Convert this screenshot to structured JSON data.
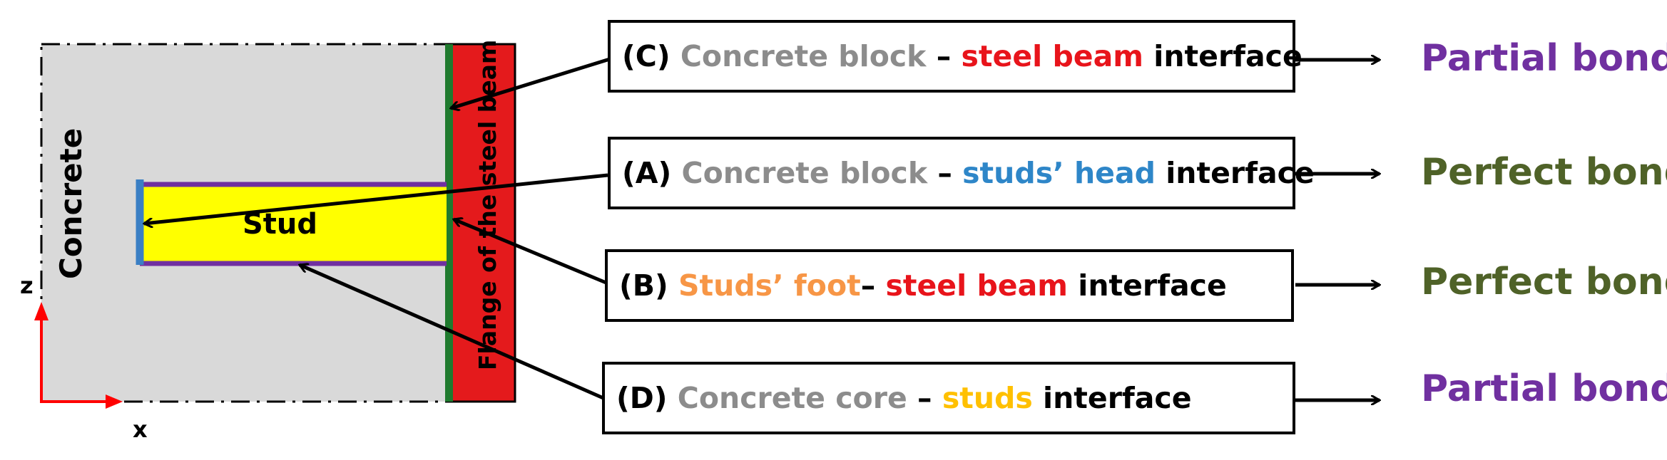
{
  "labels": {
    "concrete": "Concrete",
    "stud": "Stud",
    "flange": "Flange of the steel beam",
    "axis_z": "z",
    "axis_x": "x"
  },
  "colors": {
    "concrete_fill": "#d9d9d9",
    "stud_fill": "#ffff00",
    "flange_fill": "#e41a1c",
    "flange_edge": "#1f7a2e",
    "stud_outline": "#7030a0",
    "stud_head": "#3a7fc4",
    "axis": "#ff0000",
    "gray_text": "#8c8c8c",
    "red_text": "#e8141b",
    "blue_text": "#2e86c8",
    "orange_text": "#f79646",
    "yellow_text": "#ffc000",
    "partial": "#7030a0",
    "perfect": "#4f6228"
  },
  "interfaces": [
    {
      "id": "C",
      "parts": [
        {
          "text": "(C) ",
          "color": "#000000"
        },
        {
          "text": "Concrete block",
          "color": "#8c8c8c"
        },
        {
          "text": " – ",
          "color": "#000000"
        },
        {
          "text": "steel beam",
          "color": "#e8141b"
        },
        {
          "text": " interface",
          "color": "#000000"
        }
      ],
      "result": "Partial bond",
      "result_color": "#7030a0"
    },
    {
      "id": "A",
      "parts": [
        {
          "text": "(A) ",
          "color": "#000000"
        },
        {
          "text": "Concrete block",
          "color": "#8c8c8c"
        },
        {
          "text": " – ",
          "color": "#000000"
        },
        {
          "text": "studs’ head",
          "color": "#2e86c8"
        },
        {
          "text": " interface",
          "color": "#000000"
        }
      ],
      "result": "Perfect bond",
      "result_color": "#4f6228"
    },
    {
      "id": "B",
      "parts": [
        {
          "text": "(B) ",
          "color": "#000000"
        },
        {
          "text": "Studs’ foot",
          "color": "#f79646"
        },
        {
          "text": "– ",
          "color": "#000000"
        },
        {
          "text": "steel beam",
          "color": "#e8141b"
        },
        {
          "text": " interface",
          "color": "#000000"
        }
      ],
      "result": "Perfect bond",
      "result_color": "#4f6228"
    },
    {
      "id": "D",
      "parts": [
        {
          "text": "(D) ",
          "color": "#000000"
        },
        {
          "text": "Concrete core",
          "color": "#8c8c8c"
        },
        {
          "text": " – ",
          "color": "#000000"
        },
        {
          "text": "studs",
          "color": "#ffc000"
        },
        {
          "text": " interface",
          "color": "#000000"
        }
      ],
      "result": "Partial bond",
      "result_color": "#7030a0"
    }
  ]
}
